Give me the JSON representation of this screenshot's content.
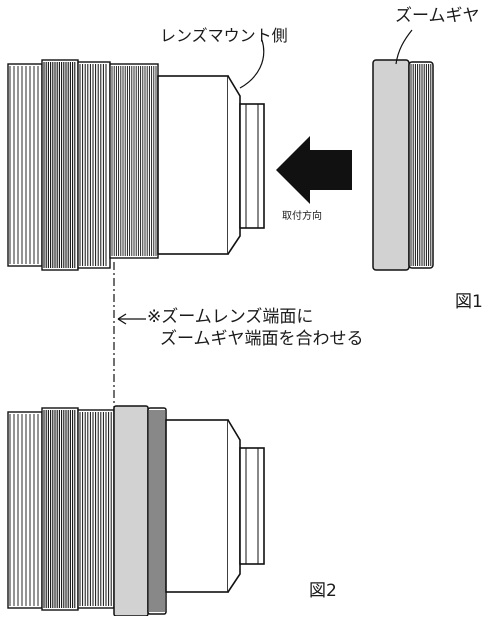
{
  "labels": {
    "zoom_gear": "ズームギヤ",
    "lens_mount_side": "レンズマウント側",
    "mount_direction": "取付方向",
    "note_line1": "※ズームレンズ端面に",
    "note_line2": "ズームギヤ端面を合わせる",
    "figure1": "図1",
    "figure2": "図2"
  },
  "colors": {
    "ink": "#1a1a1a",
    "gear_body": "#d2d2d2",
    "arrow": "#111111"
  }
}
